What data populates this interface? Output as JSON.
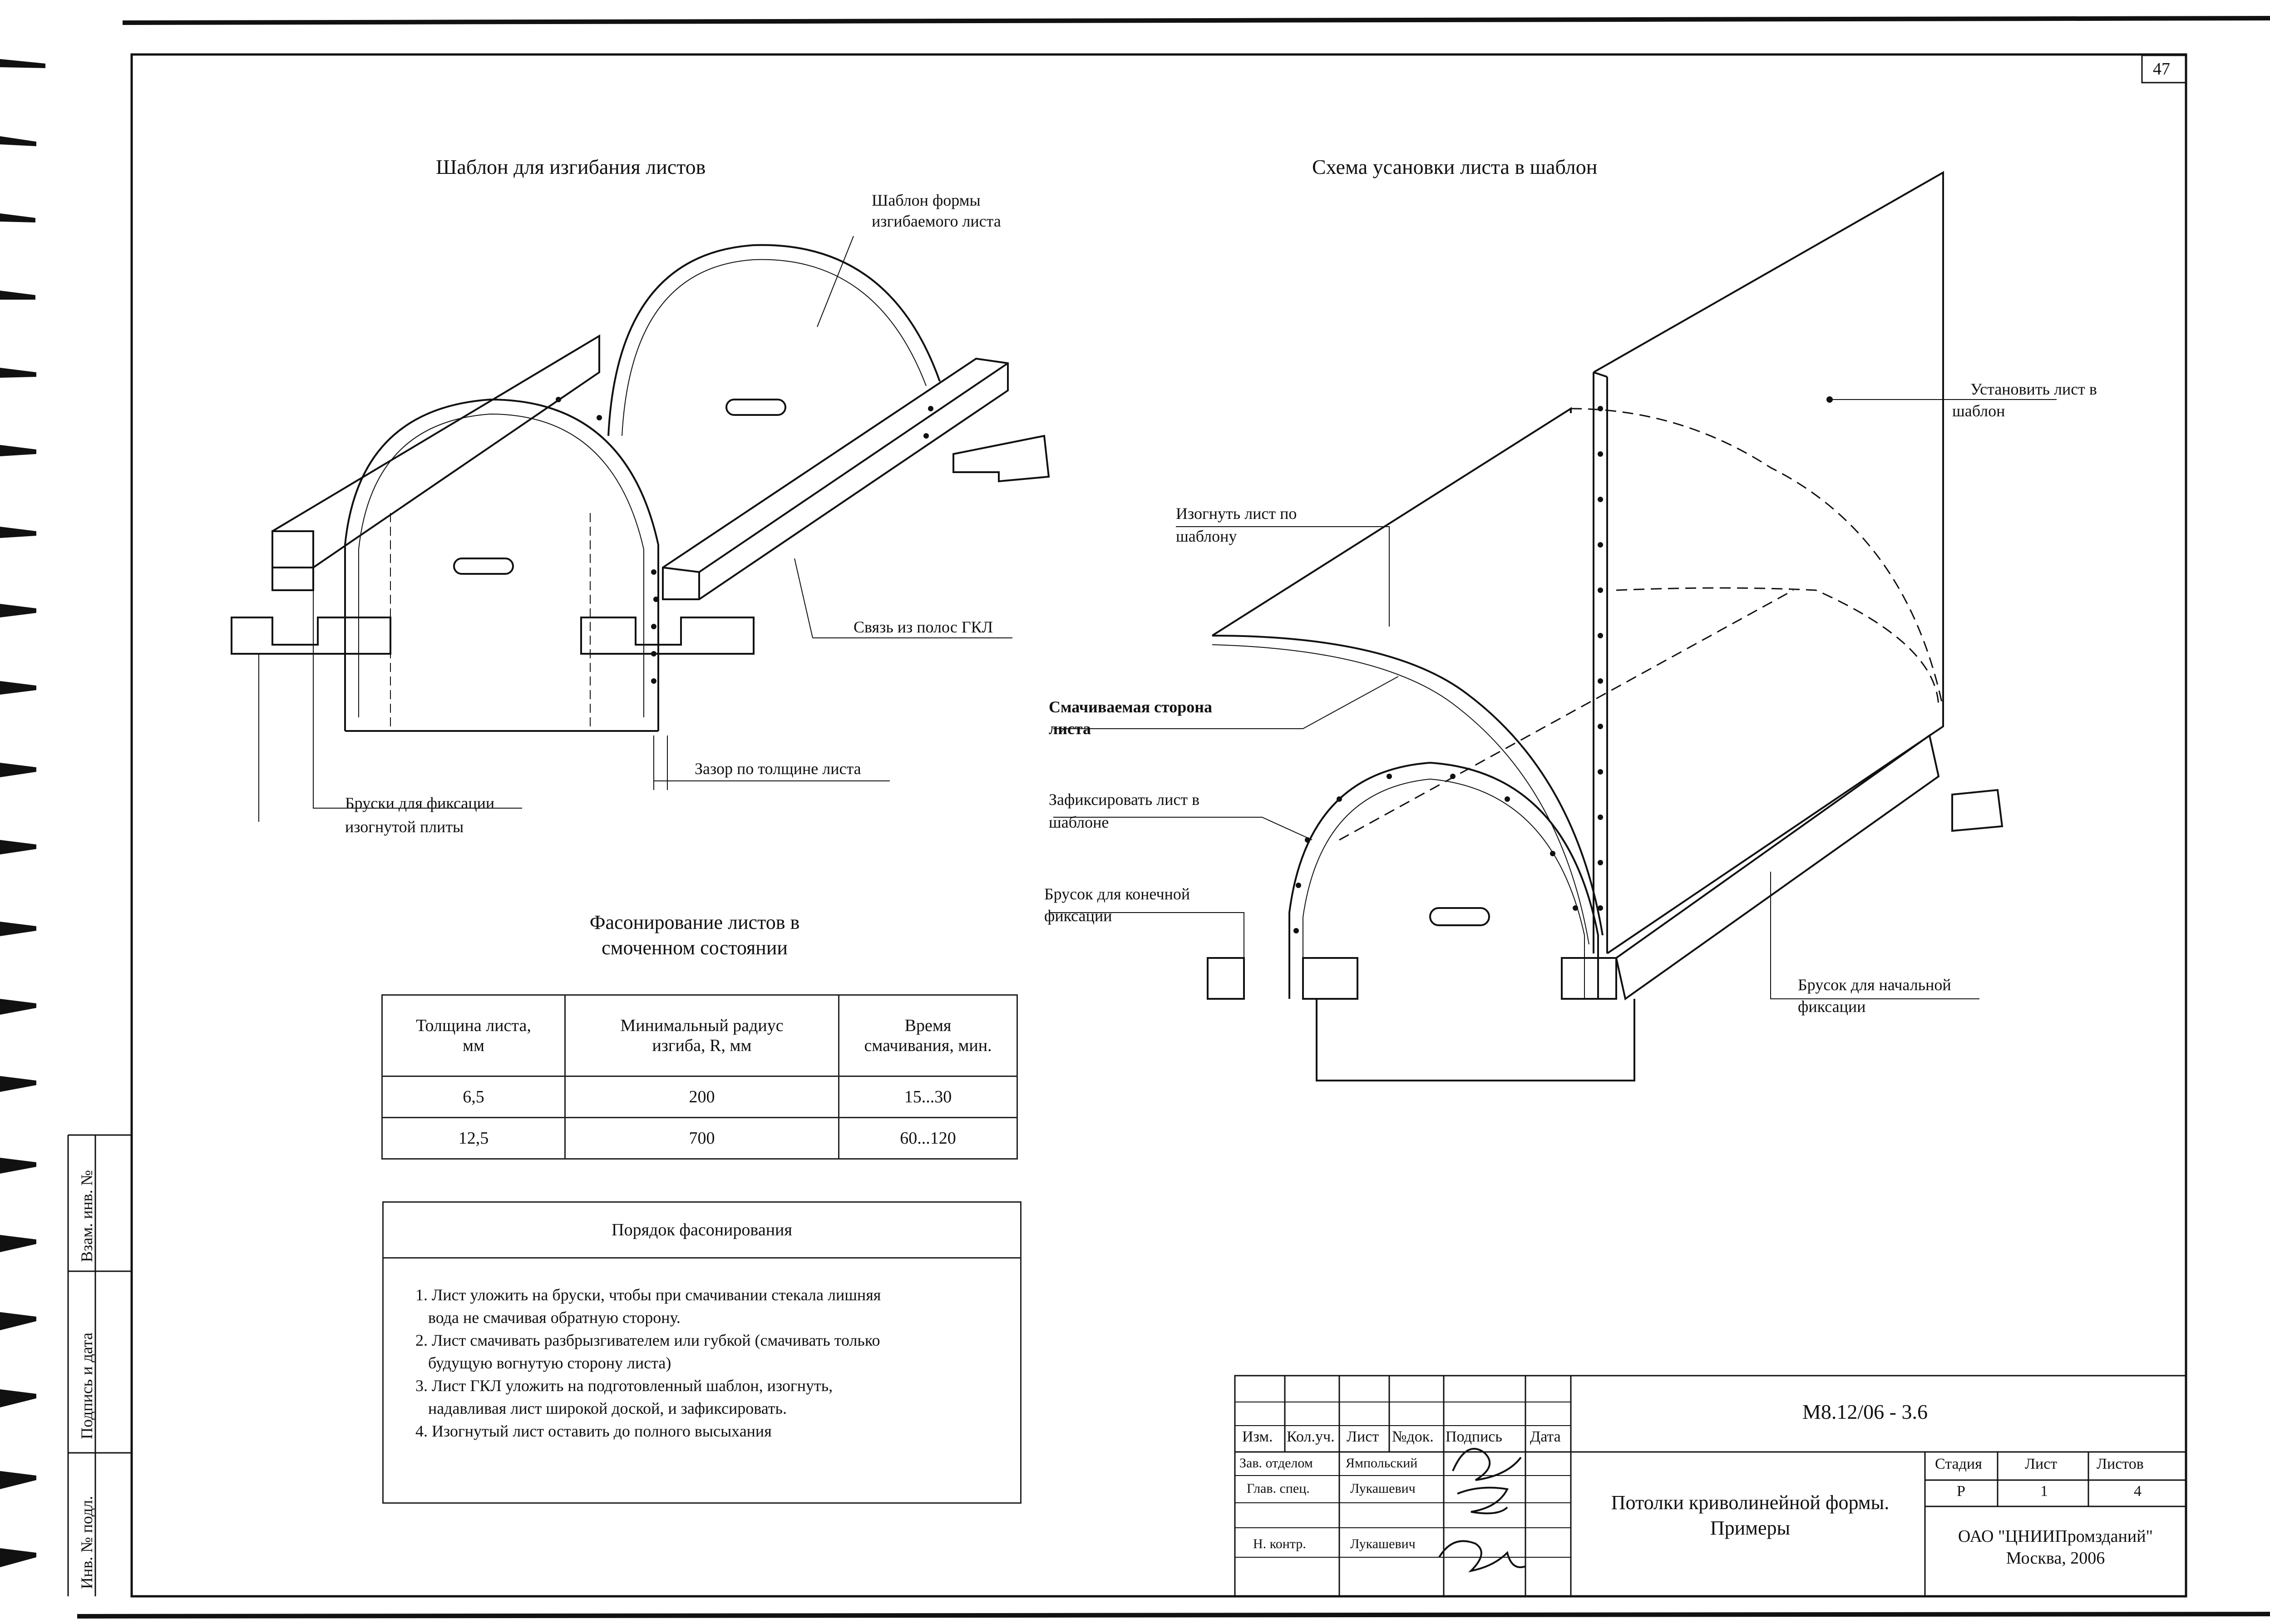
{
  "sheet_number": "47",
  "left_diagram": {
    "title": "Шаблон для изгибания листов",
    "labels": {
      "template": [
        "Шаблон формы",
        "изгибаемого листа"
      ],
      "tie": "Связь  из полос ГКЛ",
      "gap": "Зазор по толщине листа",
      "bars": [
        "Бруски для фиксации",
        "изогнутой плиты"
      ]
    }
  },
  "right_diagram": {
    "title": "Схема усановки листа в шаблон",
    "labels": {
      "install": [
        "Установить лист в",
        "шаблон"
      ],
      "bend": [
        "Изогнуть лист по",
        "шаблону"
      ],
      "wet_side": [
        "Смачиваемая сторона",
        "листа"
      ],
      "fix": [
        "Зафиксировать лист в",
        "шаблоне"
      ],
      "end_bar": [
        "Брусок для конечной",
        "фиксации"
      ],
      "start_bar": [
        "Брусок для начальной",
        "фиксации"
      ]
    }
  },
  "shaping": {
    "title": [
      "Фасонирование листов в",
      "смоченном состоянии"
    ],
    "columns": [
      [
        "Толщина листа,",
        "мм"
      ],
      [
        "Минимальный радиус",
        "изгиба, R, мм"
      ],
      [
        "Время",
        "смачивания, мин."
      ]
    ],
    "rows": [
      [
        "6,5",
        "200",
        "15...30"
      ],
      [
        "12,5",
        "700",
        "60...120"
      ]
    ]
  },
  "procedure": {
    "title": "Порядок фасонирования",
    "steps": [
      [
        "1. Лист уложить на бруски, чтобы при смачивании стекала лишняя",
        "вода не смачивая обратную сторону."
      ],
      [
        "2. Лист смачивать разбрызгивателем или губкой (смачивать только",
        "будущую вогнутую сторону листа)"
      ],
      [
        "3. Лист ГКЛ уложить на подготовленный шаблон, изогнуть,",
        "надавливая лист широкой доской,  и зафиксировать."
      ],
      [
        "4. Изогнутый лист оставить до полного высыхания",
        ""
      ]
    ]
  },
  "side_strip": [
    "Взам. инв. №",
    "Подпись и дата",
    "Инв. № подл."
  ],
  "title_block": {
    "code": "М8.12/06 - 3.6",
    "header_cols": [
      "Изм.",
      "Кол.уч.",
      "Лист",
      "№док.",
      "Подпись",
      "Дата"
    ],
    "people": [
      {
        "role": "Зав. отделом",
        "name": "Ямпольский"
      },
      {
        "role": "Глав. спец.",
        "name": "Лукашевич"
      },
      {
        "role": "",
        "name": ""
      },
      {
        "role": "Н. контр.",
        "name": "Лукашевич"
      }
    ],
    "description": [
      "Потолки криволинейной формы.",
      "Примеры"
    ],
    "stage_header": [
      "Стадия",
      "Лист",
      "Листов"
    ],
    "stage_values": [
      "Р",
      "1",
      "4"
    ],
    "org": [
      "ОАО \"ЦНИИПромзданий\"",
      "Москва, 2006"
    ]
  }
}
